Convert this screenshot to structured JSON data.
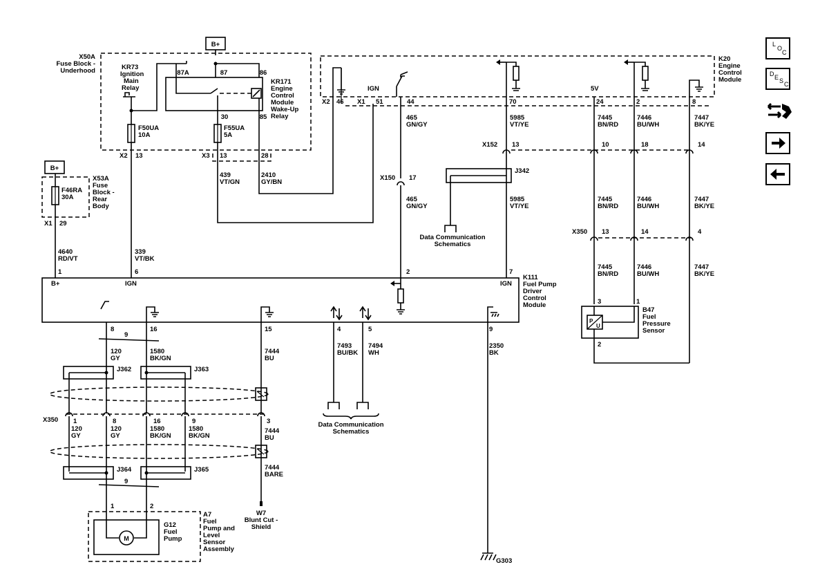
{
  "labels": {
    "x50a": "X50A",
    "x50a_desc1": "Fuse Block -",
    "x50a_desc2": "Underhood",
    "kr73_1": "KR73",
    "kr73_2": "Ignition",
    "kr73_3": "Main",
    "kr73_4": "Relay",
    "kr171_1": "KR171",
    "kr171_2": "Engine",
    "kr171_3": "Control",
    "kr171_4": "Module",
    "kr171_5": "Wake-Up",
    "kr171_6": "Relay",
    "bplus": "B+",
    "f50ua_1": "F50UA",
    "f50ua_2": "10A",
    "f55ua_1": "F55UA",
    "f55ua_2": "5A",
    "f46ra_1": "F46RA",
    "f46ra_2": "30A",
    "x53a_1": "X53A",
    "x53a_2": "Fuse",
    "x53a_3": "Block -",
    "x53a_4": "Rear",
    "x53a_5": "Body",
    "k20_1": "K20",
    "k20_2": "Engine",
    "k20_3": "Control",
    "k20_4": "Module",
    "k111_1": "K111",
    "k111_2": "Fuel Pump",
    "k111_3": "Driver",
    "k111_4": "Control",
    "k111_5": "Module",
    "b47_1": "B47",
    "b47_2": "Fuel",
    "b47_3": "Pressure",
    "b47_4": "Sensor",
    "a7_1": "A7",
    "a7_2": "Fuel",
    "a7_3": "Pump and",
    "a7_4": "Level",
    "a7_5": "Sensor",
    "a7_6": "Assembly",
    "g12_1": "G12",
    "g12_2": "Fuel",
    "g12_3": "Pump",
    "w7_1": "W7",
    "w7_2": "Blunt Cut -",
    "w7_3": "Shield",
    "g303": "G303",
    "datacomm_1": "Data Communication",
    "datacomm_2": "Schematics",
    "x152": "X152",
    "x150": "X150",
    "x350": "X350",
    "x2": "X2",
    "x1": "X1",
    "x3": "X3",
    "j342": "J342",
    "j362": "J362",
    "j363": "J363",
    "j364": "J364",
    "j365": "J365",
    "ign": "IGN",
    "v5": "5V",
    "motor": "M"
  },
  "pins": {
    "p87a": "87A",
    "p87": "87",
    "p86": "86",
    "p30": "30",
    "p85": "85",
    "p13": "13",
    "p28": "28",
    "p29": "29",
    "p46": "46",
    "p51": "51",
    "p44": "44",
    "p70": "70",
    "p24": "24",
    "p2": "2",
    "p8": "8",
    "p17": "17",
    "p10": "10",
    "p18": "18",
    "p14": "14",
    "p4": "4",
    "p1": "1",
    "p6": "6",
    "p7": "7",
    "p3": "3",
    "p9": "9",
    "p16": "16",
    "p15": "15",
    "p5": "5"
  },
  "wires": {
    "w4640": "4640",
    "rdvt": "RD/VT",
    "w339": "339",
    "vtbk": "VT/BK",
    "w439": "439",
    "vtgn": "VT/GN",
    "w2410": "2410",
    "gybn": "GY/BN",
    "w465": "465",
    "gngy": "GN/GY",
    "w5985": "5985",
    "vtye": "VT/YE",
    "w7445": "7445",
    "bnrd": "BN/RD",
    "w7446": "7446",
    "buwh": "BU/WH",
    "w7447": "7447",
    "bkye": "BK/YE",
    "w120": "120",
    "gy": "GY",
    "w1580": "1580",
    "bkgn": "BK/GN",
    "w7444": "7444",
    "bu": "BU",
    "bare": "BARE",
    "w7493": "7493",
    "bubk": "BU/BK",
    "w7494": "7494",
    "wh": "WH",
    "w2350": "2350",
    "bk": "BK"
  },
  "nav": {
    "loc_l": "L",
    "loc_o": "O",
    "loc_c": "C",
    "desc_d": "D",
    "desc_e": "E",
    "desc_s": "S",
    "desc_c": "C"
  }
}
